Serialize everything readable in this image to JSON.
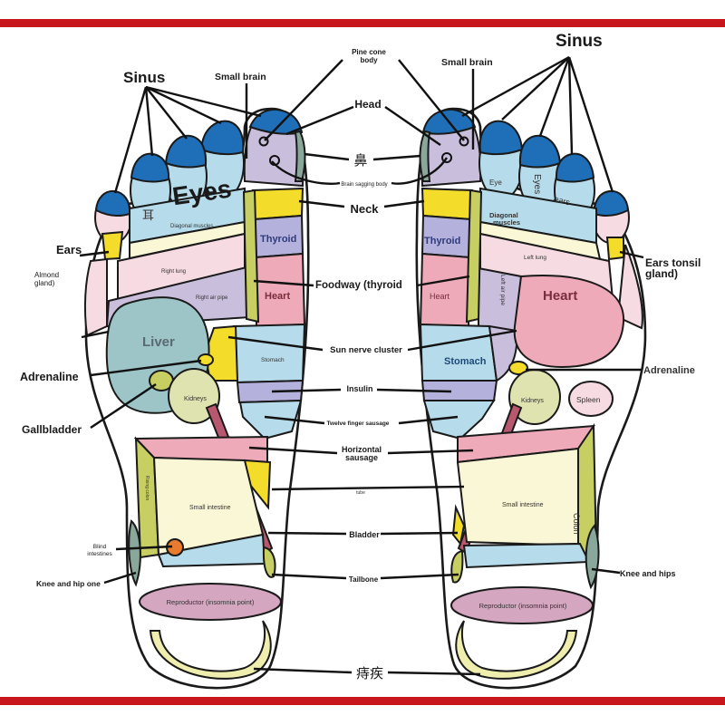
{
  "colors": {
    "frame_red": "#c8161d",
    "blue": "#1e6fb8",
    "light_blue": "#b6dceb",
    "lavender": "#c9bfdc",
    "periwinkle": "#b4b2dd",
    "yellow": "#f3dc2a",
    "pink": "#eeaab8",
    "light_pink": "#f7dbe3",
    "teal": "#9dc5c8",
    "olive": "#c7cf62",
    "cream": "#faf7d6",
    "mauve": "#d4a6c0",
    "gray_green": "#8aa79b",
    "orange": "#e87b2e",
    "maroon": "#b8586f"
  },
  "labels": {
    "sinus_left": "Sinus",
    "sinus_right": "Sinus",
    "small_brain_left": "Small brain",
    "small_brain_right": "Small brain",
    "pine_cone_line1": "Pine cone",
    "pine_cone_line2": "body",
    "head": "Head",
    "nose_cn": "鼻",
    "brain_sagging": "Brain sagging body",
    "neck": "Neck",
    "ears": "Ears",
    "almond_line1": "Almond",
    "almond_line2": "gland)",
    "ears_tonsil_line1": "Ears tonsil",
    "ears_tonsil_line2": "gland)",
    "foodway": "Foodway (thyroid",
    "sun_nerve": "Sun nerve cluster",
    "adrenaline_left": "Adrenaline",
    "adrenaline_right": "Adrenaline",
    "gallbladder": "Gallbladder",
    "insulin": "Insulin",
    "twelve_finger": "Twelve finger sausage",
    "horizontal_line1": "Horizontal",
    "horizontal_line2": "sausage",
    "tube": "tube",
    "bladder": "Bladder",
    "tailbone": "Tailbone",
    "knee_hip_left": "Knee and hip one",
    "knee_hips_right": "Knee and hips",
    "hemorrhoids_cn": "痔疾",
    "blind_line1": "Blind",
    "blind_line2": "intestines"
  },
  "left_foot": {
    "eyes": "Eyes",
    "ear_cn": "耳",
    "diagonal_muscles": "Diagonal muscles",
    "right_lung": "Right lung",
    "right_air_pipe": "Right air pipe",
    "liver": "Liver",
    "thyroid": "Thyroid",
    "heart": "Heart",
    "stomach": "Stomach",
    "kidneys": "Kidneys",
    "small_intestine": "Small intestine",
    "ascending_colon": "Rising colon",
    "reproductor": "Reproductor (insomnia point)"
  },
  "right_foot": {
    "eye": "Eye",
    "eyes": "Eyes",
    "ears": "ears",
    "diagonal_line1": "Diagonal",
    "diagonal_line2": "muscles",
    "thyroid": "Thyroid",
    "heart_small": "Heart",
    "heart_big": "Heart",
    "left_lung": "Left lung",
    "left_air_pipe": "Left air pipe",
    "stomach": "Stomach",
    "kidneys": "Kidneys",
    "spleen": "Spleen",
    "small_intestine": "Small intestine",
    "colon": "Colon",
    "reproductor": "Reproductor (insomnia point)"
  }
}
